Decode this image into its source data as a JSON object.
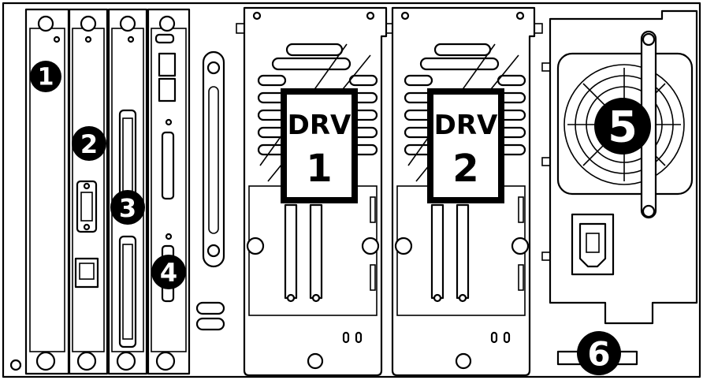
{
  "colors": {
    "line": "#000000",
    "fill": "#ffffff",
    "callout_bg": "#000000",
    "callout_text": "#ffffff"
  },
  "callouts": [
    "1",
    "2",
    "3",
    "4",
    "5",
    "6"
  ],
  "drives": [
    {
      "label": "DRV",
      "number": "1"
    },
    {
      "label": "DRV",
      "number": "2"
    }
  ]
}
